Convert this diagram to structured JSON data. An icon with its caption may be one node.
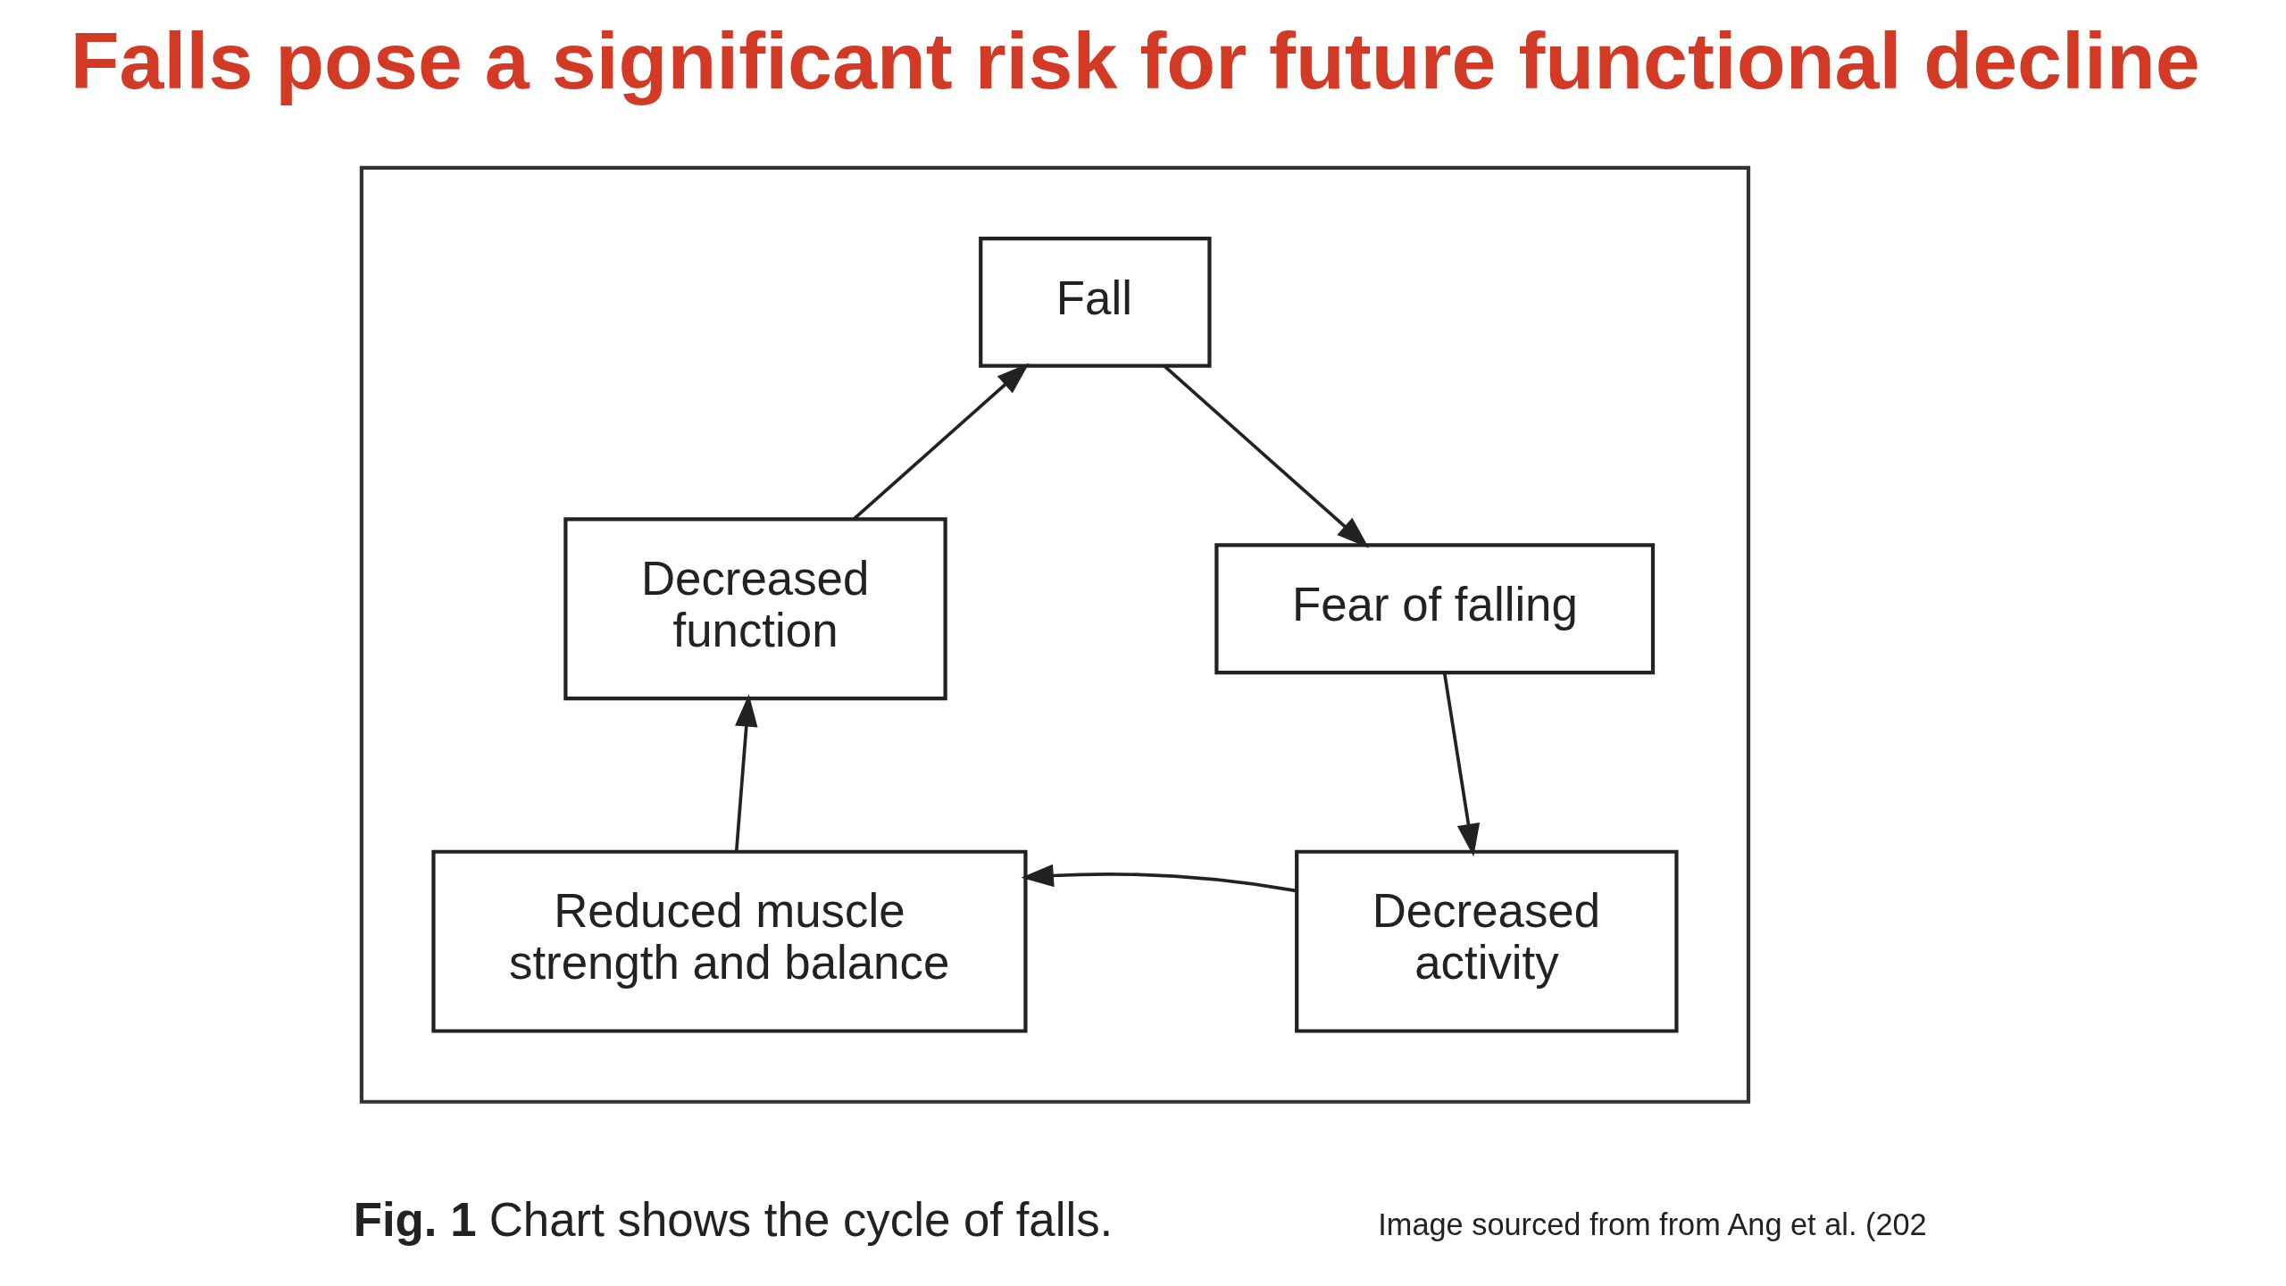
{
  "diagram": {
    "title": "Falls pose a significant risk for future functional decline",
    "caption": "**Fig. 1** Chart shows the cycle of falls.",
    "nodes": [
      {
        "text": [],
        "shape": "box"
      },
      {
        "text": [
          "Fall"
        ],
        "in": 0
      },
      {
        "text": [
          "Fear of falling"
        ],
        "in": 0
      },
      {
        "text": [
          "Decreased activity"
        ],
        "in": 0
      },
      {
        "text": [
          "Reduced muscle strength and balance"
        ],
        "in": 0
      },
      {
        "text": [
          "Decreased function"
        ],
        "in": 0
      }
    ],
    "edges": [
      {
        "from": 1,
        "to": 2,
        "arrow": "to"
      },
      {
        "from": 2,
        "to": 3,
        "arrow": "to"
      },
      {
        "from": 3,
        "to": 4,
        "arrow": "to"
      },
      {
        "from": 4,
        "to": 5,
        "arrow": "to"
      },
      {
        "from": 5,
        "to": 1,
        "arrow": "to"
      }
    ],
    "labels": [
      "Image sourced from from Ang et al. (202"
    ]
  }
}
